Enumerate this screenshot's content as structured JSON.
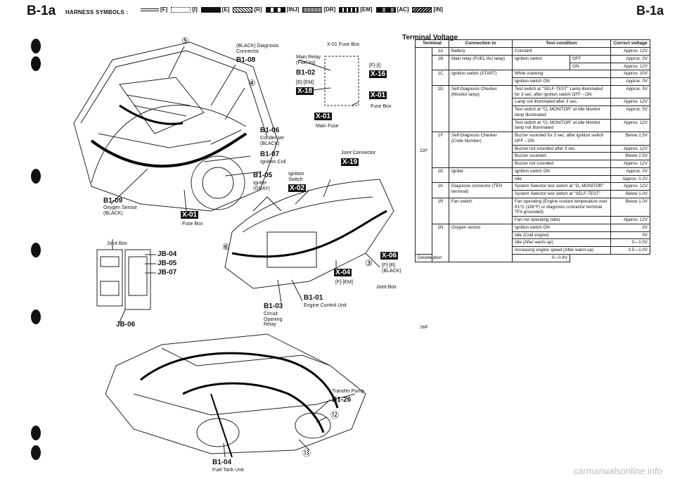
{
  "header": {
    "code_left": "B-1a",
    "symbols_label": "HARNESS SYMBOLS :",
    "legend": [
      "[F]",
      "[I]",
      "[E]",
      "[R]",
      "[INJ]",
      "[DR]",
      "[EM]",
      "[AC]",
      "[IN]"
    ],
    "code_right": "B-1a"
  },
  "diagram": {
    "callouts": {
      "c5": "⑤",
      "c4": "④",
      "c6": "⑥",
      "c3": "③",
      "c12": "⑫",
      "c13": "⑬"
    },
    "labels": {
      "b108_note": "(BLACK) Diagnosis Connector",
      "b108": "B1-08",
      "x01_fuse_box_top": "X-01 Fuse Box",
      "main_relay": "Main Relay (Fuel Inj)",
      "b102": "B1-02",
      "fi_top": "[F]-[I]",
      "x16": "X-16",
      "eem": "[E]-[EM]",
      "x18": "X-18",
      "x01a": "X-01",
      "fuse_box_a": "Fuse Box",
      "x01b": "X-01",
      "main_fuse": "Main Fuse",
      "b106": "B1-06",
      "condenser": "Condenser (BLACK)",
      "b107": "B1-07",
      "ignition_coil": "Ignition Coil",
      "joint_connector": "Joint Connector",
      "x19": "X-19",
      "b105": "B1-05",
      "igniter": "Igniter (GRAY)",
      "ignition_switch": "Ignition Switch",
      "x02": "X-02",
      "b109": "B1-09",
      "oxygen_sensor": "Oxygen Sensor (BLACK)",
      "x01c": "X-01",
      "fuse_box_b": "Fuse Box",
      "joint_box": "Joint Box",
      "jb04": "JB-04",
      "jb05": "JB-05",
      "jb07": "JB-07",
      "jb06": "JB-06",
      "x06": "X-06",
      "fir": "[F]-[R]",
      "black": "(BLACK)",
      "x04": "X-04",
      "fiem": "[F]-[EM]",
      "joint_box_b": "Joint Box",
      "b101": "B1-01",
      "ecu": "Engine Control Unit",
      "b103": "B1-03",
      "circuit_opening": "Circuit Opening Relay",
      "transfer_pump": "Transfer Pump",
      "b126": "B1-26",
      "b104": "B1-04",
      "fuel_tank_unit": "Fuel Tank Unit"
    }
  },
  "table": {
    "title": "Terminal Voltage",
    "headers": [
      "Terminal",
      "Connection to",
      "Test condition",
      "Correct voltage"
    ],
    "connector_22p": "22P",
    "connector_26p": "26P",
    "rows": {
      "r1a": {
        "t": "1A",
        "c": "Battery",
        "cond": "Constant",
        "v": "Approx. 12V"
      },
      "r1b": {
        "t": "1B",
        "c": "Main relay (FUEL INJ relay)",
        "cond": "Ignition switch",
        "off": "OFF",
        "on": "ON",
        "v1": "Approx. 0V",
        "v2": "Approx. 12V"
      },
      "r1c": {
        "t": "1C",
        "c": "Ignition switch (START)",
        "cond1": "While cranking",
        "cond2": "Ignition switch ON",
        "v1": "Approx. 10V",
        "v2": "Approx. 0V"
      },
      "r1d": {
        "t": "1D",
        "c": "Self-Diagnosis Checker (Monitor lamp)",
        "cond1": "Test switch at \"SELF-TEST\" Lamp illuminated for 3 sec. after ignition switch OFF→ON",
        "cond2": "Lamp not illuminated after 3 sec.",
        "cond3": "Test switch at \"O₂ MONITOR\" at idle Monitor lamp illuminated",
        "cond4": "Test switch at \"O₂ MONITOR\" at idle Monitor lamp not illuminated",
        "v1": "Approx. 5V",
        "v2": "Approx. 12V",
        "v3": "Approx. 5V",
        "v4": "Approx. 12V"
      },
      "r1f": {
        "t": "1F",
        "c": "Self-Diagnosis Checker (Code Number)",
        "cond1": "Buzzer sounded for 3 sec. after ignition switch OFF→ON",
        "cond2": "Buzzer not sounded after 3 sec.",
        "cond3": "Buzzer sounded",
        "cond4": "Buzzer not sounded",
        "v1": "Below 2.5V",
        "v2": "Approx. 12V",
        "v3": "Below 2.5V",
        "v4": "Approx. 12V"
      },
      "r1g": {
        "t": "1G",
        "c": "Igniter",
        "cond1": "Ignition switch ON",
        "cond2": "Idle",
        "v1": "Approx. 0V",
        "v2": "Approx. 0.2V"
      },
      "r1k": {
        "t": "1K",
        "c": "Diagnosis connector (TEN terminal)",
        "cond1": "System Selector test switch at \"O₂ MONITOR\"",
        "cond2": "System Selector test switch at \"SELF-TEST\"",
        "v1": "Approx. 12V",
        "v2": "Below 1.0V"
      },
      "r1r": {
        "t": "1R",
        "c": "Fan switch",
        "cond1": "Fan operating (Engine coolant temperature over 91°C (196°F) or diagnosis connector terminal TFA grounded)",
        "cond2": "Fan not operating (Idle)",
        "v1": "Below 1.0V",
        "v2": "Approx. 12V"
      },
      "r2n": {
        "t": "2N",
        "c": "Oxygen sensor",
        "cond1": "Ignition switch ON",
        "cond2": "Idle (Cold engine)",
        "cond3": "Idle (After warm-up)",
        "cond4": "Increasing engine speed (After warm-up)",
        "cond5": "Deceleration",
        "v1": "0V",
        "v2": "0V",
        "v3": "0—1.0V",
        "v4": "0.5—1.0V",
        "v5": "0—0.4V"
      }
    }
  },
  "watermark": "carmanualsonline.info"
}
